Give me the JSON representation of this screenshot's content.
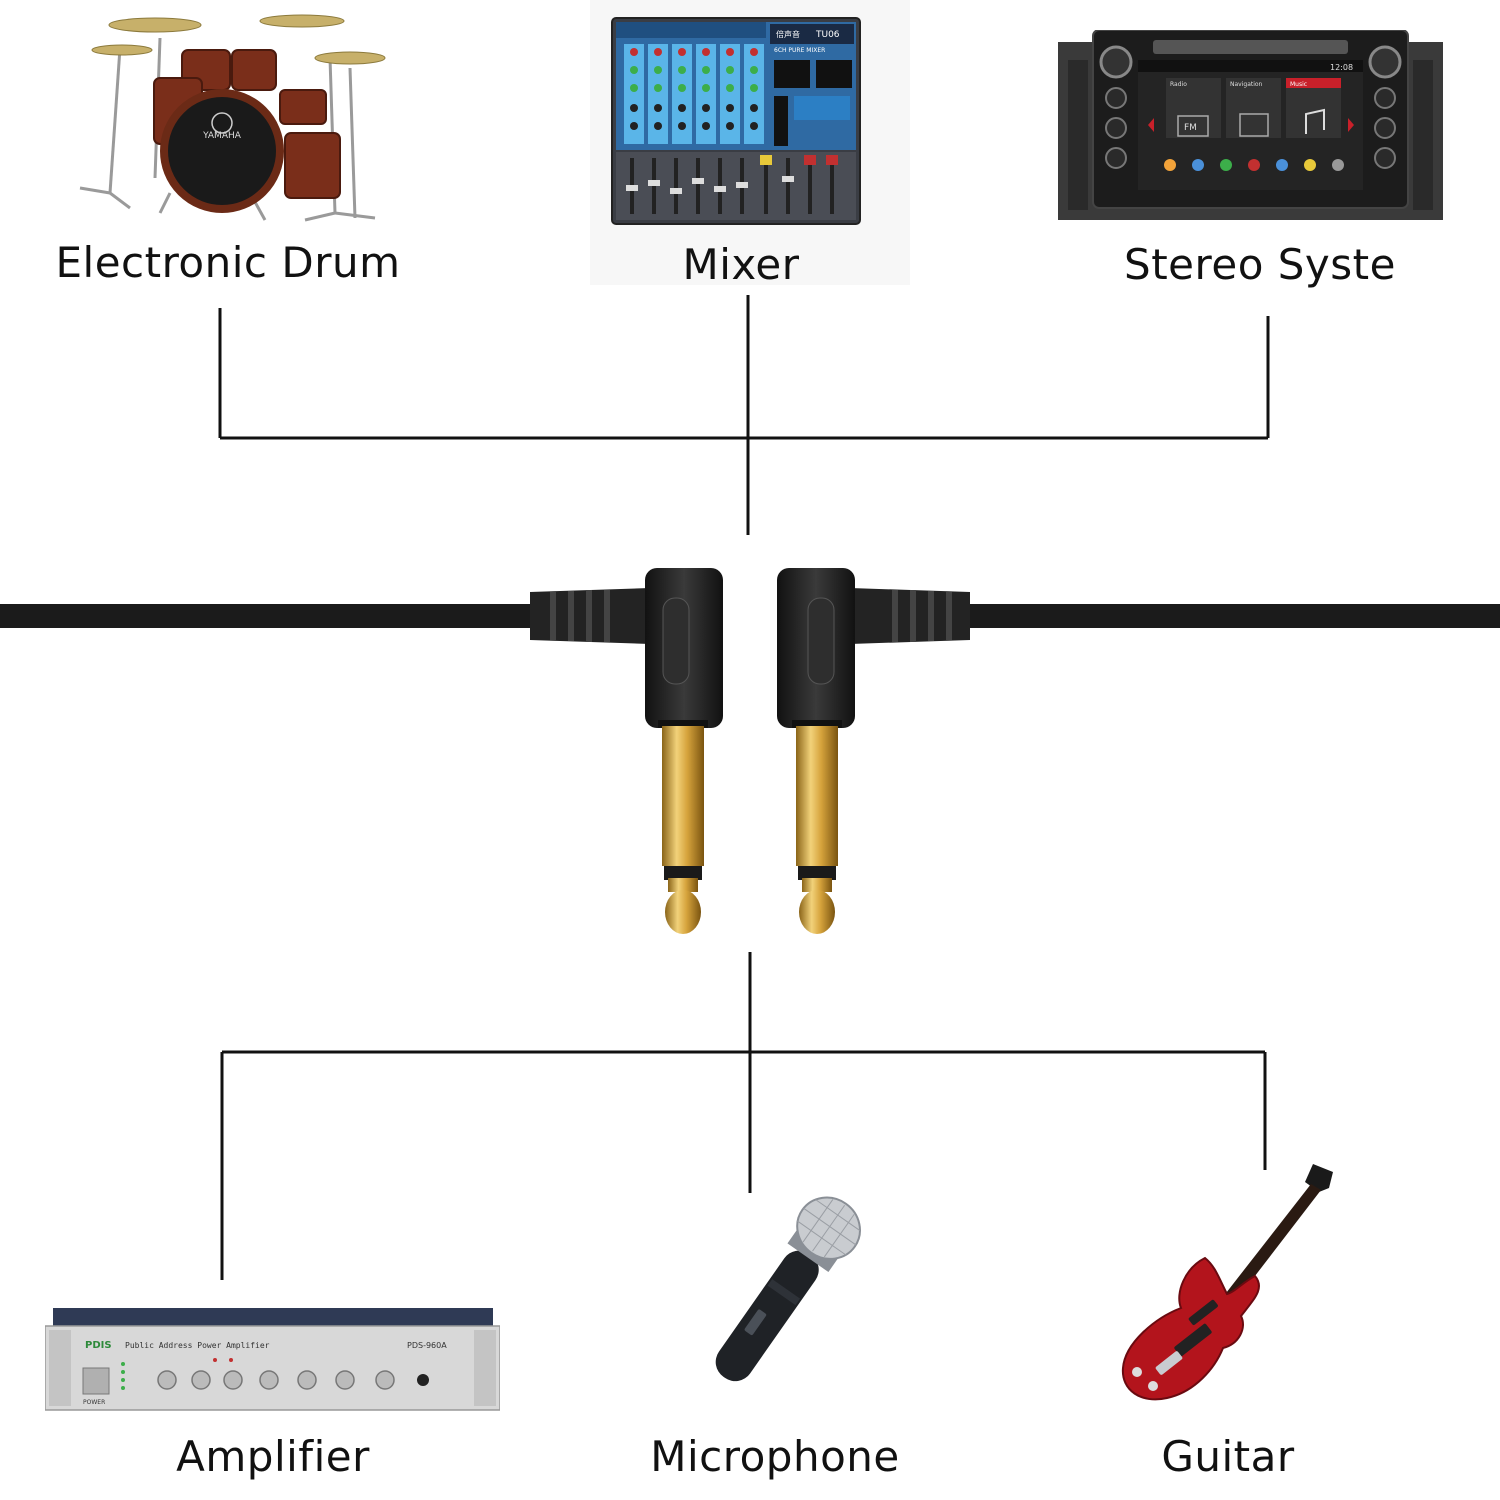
{
  "devices": {
    "top": [
      {
        "label": "Electronic Drum",
        "icon": "drum-kit-icon"
      },
      {
        "label": "Mixer",
        "icon": "mixer-icon"
      },
      {
        "label": "Stereo Syste",
        "icon": "car-stereo-icon"
      }
    ],
    "bottom": [
      {
        "label": "Amplifier",
        "icon": "amplifier-icon"
      },
      {
        "label": "Microphone",
        "icon": "microphone-icon"
      },
      {
        "label": "Guitar",
        "icon": "guitar-icon"
      }
    ]
  },
  "mixer_panel": {
    "brand": "倍声音",
    "model": "TU06",
    "subtitle": "6CH PURE MIXER"
  },
  "stereo_screen": {
    "time": "12:08",
    "tiles": [
      "Radio",
      "Navigation",
      "Music"
    ],
    "fm": "FM"
  },
  "amplifier_panel": {
    "brand": "PDIS",
    "title": "Public Address Power Amplifier",
    "model": "PDS-960A",
    "power": "POWER"
  },
  "drum_brand": "YAMAHA",
  "colors": {
    "line": "#111111",
    "cable": "#1b1b1b",
    "gold": "#c99a2e",
    "guitar": "#b3141c",
    "plug": "#1e1e1e"
  }
}
